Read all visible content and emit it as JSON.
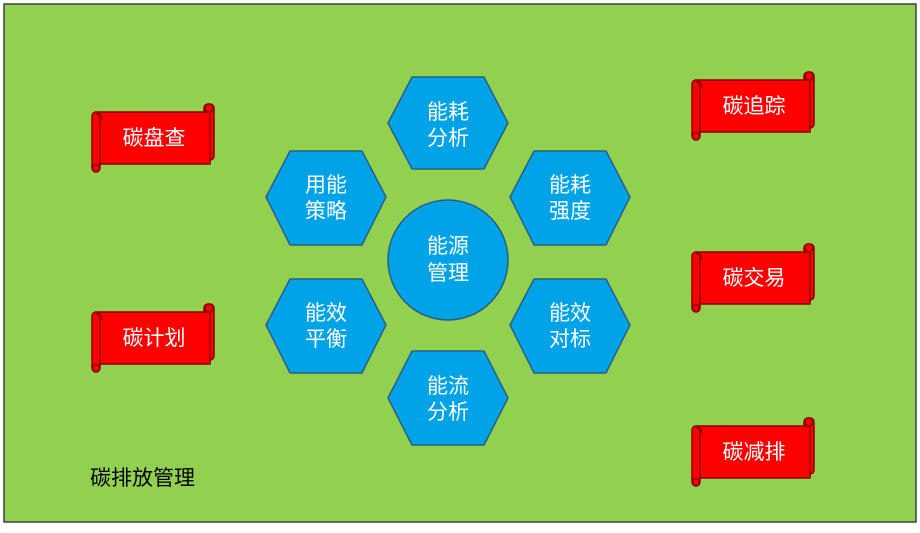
{
  "colors": {
    "background": "#92D050",
    "hexagon_fill": "#00A2E8",
    "hexagon_stroke": "#2C5F80",
    "banner_fill": "#FF0000",
    "banner_stroke": "#8B0000",
    "text_light": "#FFFFFF",
    "text_dark": "#000000"
  },
  "center": {
    "line1": "能源",
    "line2": "管理"
  },
  "hexagons": {
    "top": {
      "line1": "能耗",
      "line2": "分析"
    },
    "upper_right": {
      "line1": "能耗",
      "line2": "强度"
    },
    "lower_right": {
      "line1": "能效",
      "line2": "对标"
    },
    "bottom": {
      "line1": "能流",
      "line2": "分析"
    },
    "lower_left": {
      "line1": "能效",
      "line2": "平衡"
    },
    "upper_left": {
      "line1": "用能",
      "line2": "策略"
    }
  },
  "banners": {
    "carbon_inventory": "碳盘查",
    "carbon_plan": "碳计划",
    "carbon_tracking": "碳追踪",
    "carbon_trading": "碳交易",
    "carbon_reduction": "碳减排"
  },
  "caption": "碳排放管理"
}
